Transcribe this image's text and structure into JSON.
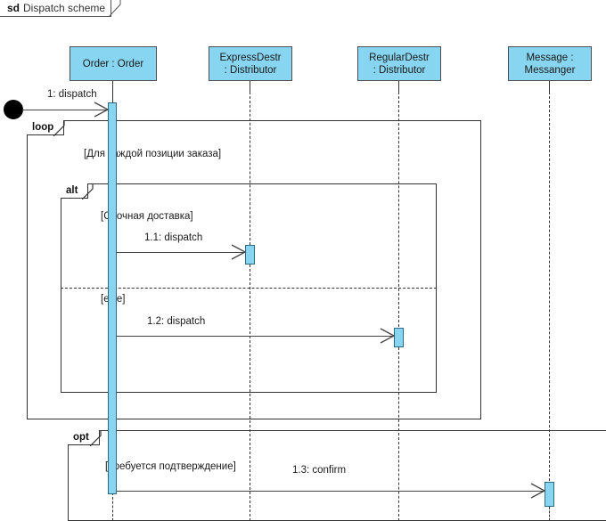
{
  "diagram": {
    "kind_keyword": "sd",
    "title": "Dispatch scheme",
    "colors": {
      "lifeline_fill": "#87D5F0",
      "lifeline_border": "#4d4d4d",
      "activation_fill": "#87D5F0",
      "line": "#333333",
      "text": "#1a1a1a"
    }
  },
  "lifelines": [
    {
      "id": "order",
      "line1": "Order : Order",
      "line2": ""
    },
    {
      "id": "express",
      "line1": "ExpressDestr",
      "line2": ": Distributor"
    },
    {
      "id": "regular",
      "line1": "RegularDestr",
      "line2": ": Distributor"
    },
    {
      "id": "message",
      "line1": "Message :",
      "line2": "Messanger"
    }
  ],
  "fragments": [
    {
      "id": "loop",
      "operator": "loop",
      "guard": "[Для каждой позиции заказа]"
    },
    {
      "id": "alt",
      "operator": "alt",
      "guard": "[Срочная доставка]",
      "else_guard": "[else]"
    },
    {
      "id": "opt",
      "operator": "opt",
      "guard": "[Требуется подтверждение]"
    }
  ],
  "messages": [
    {
      "id": "m1",
      "label": "1: dispatch",
      "from": "found",
      "to": "order"
    },
    {
      "id": "m1_1",
      "label": "1.1: dispatch",
      "from": "order",
      "to": "express"
    },
    {
      "id": "m1_2",
      "label": "1.2: dispatch",
      "from": "order",
      "to": "regular"
    },
    {
      "id": "m1_3",
      "label": "1.3: confirm",
      "from": "order",
      "to": "message"
    }
  ]
}
